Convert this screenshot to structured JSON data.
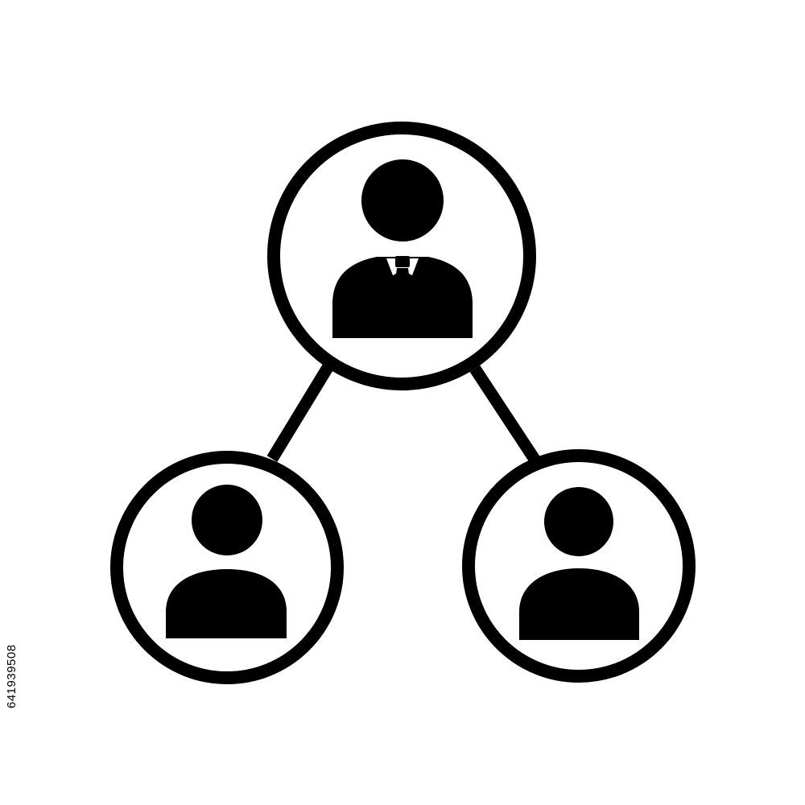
{
  "diagram": {
    "type": "hierarchy",
    "nodes": [
      {
        "id": "manager",
        "icon": "businessman-icon"
      },
      {
        "id": "member-left",
        "icon": "user-icon"
      },
      {
        "id": "member-right",
        "icon": "user-icon"
      }
    ],
    "edges": [
      {
        "from": "manager",
        "to": "member-left"
      },
      {
        "from": "manager",
        "to": "member-right"
      }
    ]
  },
  "watermark": {
    "side_text": "641939508"
  },
  "colors": {
    "background": "#ffffff",
    "foreground": "#000000",
    "watermark": "#e6e6e6"
  }
}
